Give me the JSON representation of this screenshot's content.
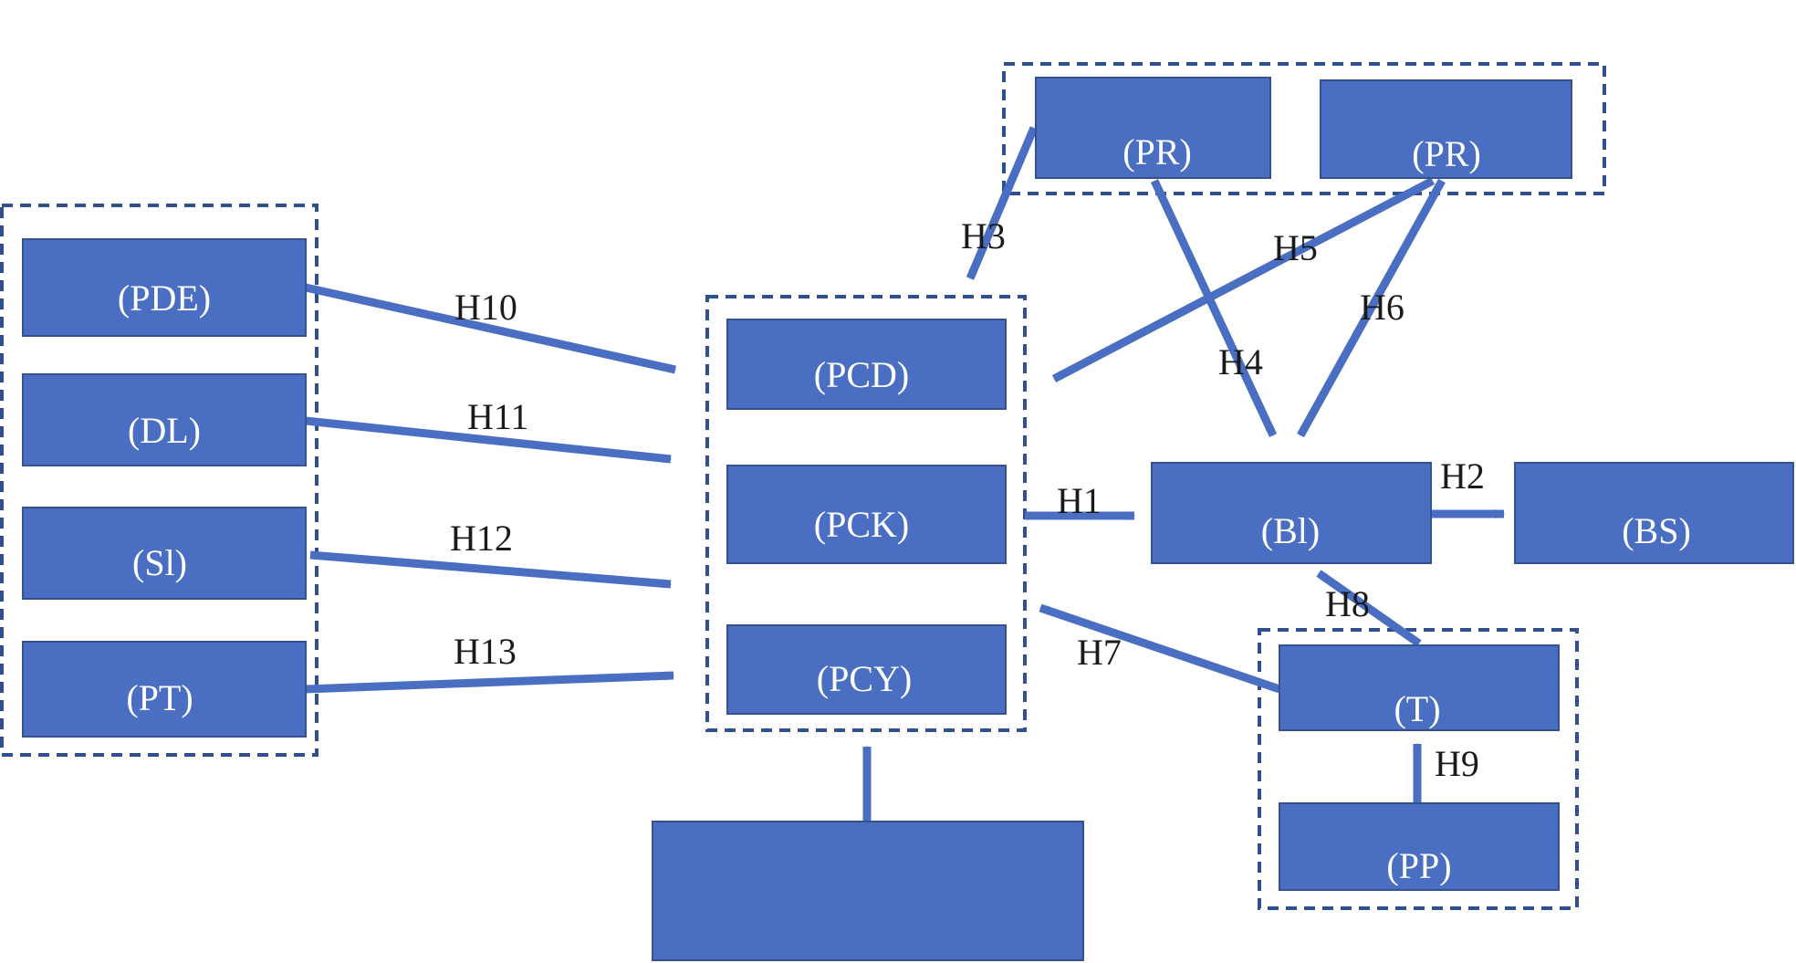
{
  "colors": {
    "node_fill": "#4a6fc2",
    "node_stroke": "#35528f",
    "arrow": "#4a6fc2",
    "group_border": "#2f4f8f",
    "label_text": "#ffffff",
    "hypothesis_text": "#1a1a1a"
  },
  "groups": {
    "left_group": "",
    "center_group": "",
    "top_group": "",
    "bottom_right_group": ""
  },
  "nodes": {
    "pde": "(PDE)",
    "dl": "(DL)",
    "sl": "(Sl)",
    "pt": "(PT)",
    "pcd": "(PCD)",
    "pck": "(PCK)",
    "pcy": "(PCY)",
    "bottom_box": "",
    "pr1": "(PR)",
    "pr2": "(PR)",
    "bi": "(Bl)",
    "bs": "(BS)",
    "t": "(T)",
    "pp": "(PP)"
  },
  "hypotheses": {
    "h1": "H1",
    "h2": "H2",
    "h3": "H3",
    "h4": "H4",
    "h5": "H5",
    "h6": "H6",
    "h7": "H7",
    "h8": "H8",
    "h9": "H9",
    "h10": "H10",
    "h11": "H11",
    "h12": "H12",
    "h13": "H13"
  }
}
